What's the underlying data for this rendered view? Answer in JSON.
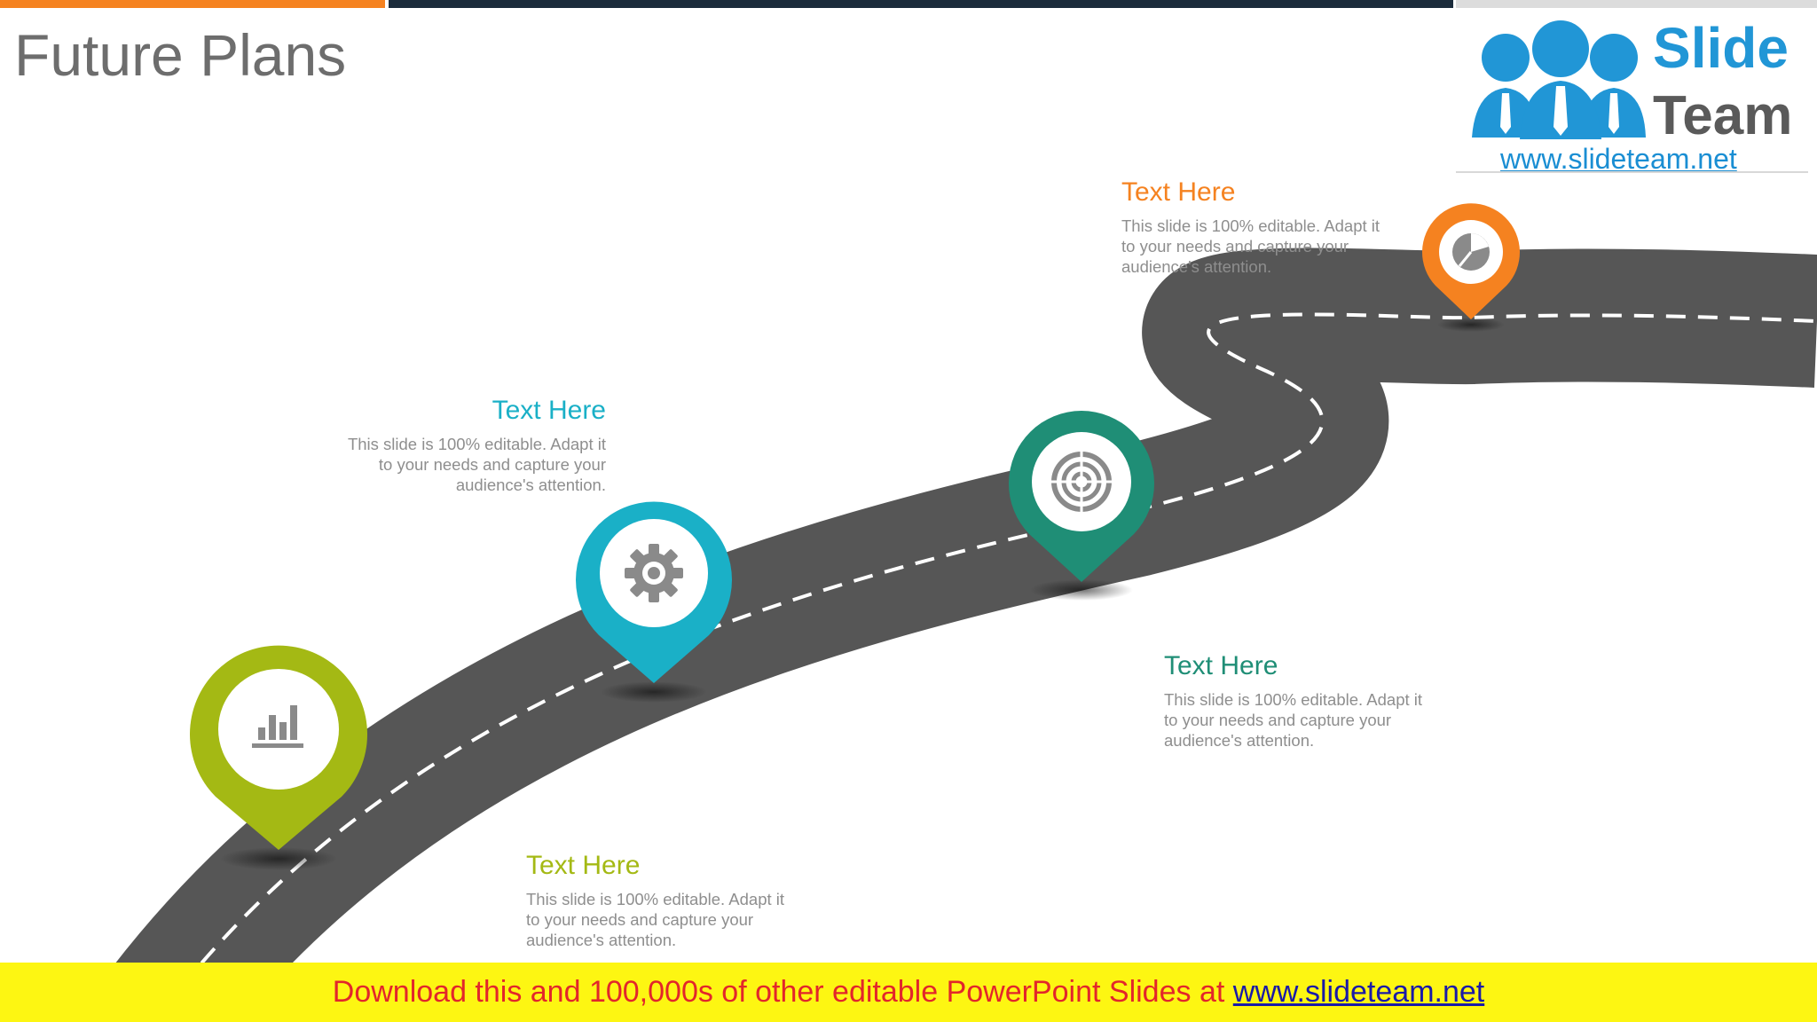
{
  "title": "Future Plans",
  "colors": {
    "green": "#a4b914",
    "blue": "#1ab0c7",
    "teal": "#1f8e76",
    "orange": "#f58220",
    "road": "#565656",
    "banner": "#fdf612"
  },
  "milestones": [
    {
      "heading": "Text Here",
      "body": "This slide is 100% editable. Adapt it\nto your needs and capture your\naudience's attention.",
      "icon": "bar-chart-icon",
      "color": "green"
    },
    {
      "heading": "Text Here",
      "body": "This slide is 100% editable. Adapt it\nto your needs and capture your\naudience's attention.",
      "icon": "gear-icon",
      "color": "blue"
    },
    {
      "heading": "Text Here",
      "body": "This slide is 100% editable. Adapt it\nto your needs and capture your\naudience's attention.",
      "icon": "target-icon",
      "color": "teal"
    },
    {
      "heading": "Text Here",
      "body": "This slide is 100% editable. Adapt it\nto your needs and capture your\naudience's attention.",
      "icon": "pie-chart-icon",
      "color": "orange"
    }
  ],
  "logo": {
    "brand_line1": "Slide",
    "brand_line2": "Team",
    "url": "www.slideteam.net"
  },
  "banner": {
    "text": "Download this and 100,000s of other editable PowerPoint Slides at ",
    "link": "www.slideteam.net"
  }
}
